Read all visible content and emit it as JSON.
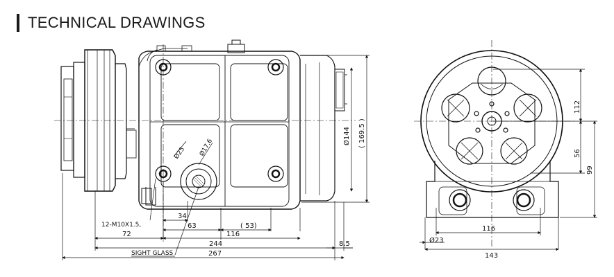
{
  "header": {
    "title": "TECHNICAL DRAWINGS"
  },
  "side_view": {
    "labels": {
      "thread": "12-M10X1.5,",
      "sight_glass": "SIGHT GLASS",
      "dia_25": "Ø25",
      "dia_17_6": "Ø17.6"
    },
    "dims": {
      "d34": "34",
      "d63": "63",
      "d53": "( 53)",
      "d72": "72",
      "d116": "116",
      "d244": "244",
      "d267": "267",
      "d8_5": "8.5",
      "dia144": "Ø144",
      "dia169": "( 169.5 )"
    }
  },
  "front_view": {
    "dims": {
      "d116": "116",
      "d23": "Ø23",
      "d143": "143",
      "d112": "112",
      "d56": "56",
      "d99": "99"
    }
  },
  "colors": {
    "ink": "#111111",
    "background": "#ffffff"
  }
}
